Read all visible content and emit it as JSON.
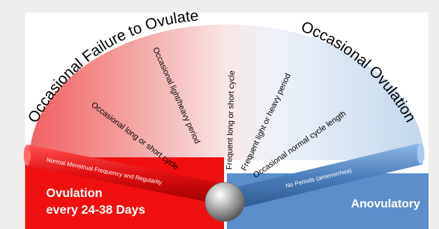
{
  "diagram": {
    "arc_left_label": "Occasional Failure to Ovulate",
    "arc_right_label": "Occasional Ovulation",
    "spokes": [
      "Occasional long or short cycle",
      "Occasional light/heavy period",
      "Frequent  long or short cycle",
      "Frequent  light or heavy period",
      "Occasional normal cycle length"
    ],
    "left_bar_label": "Normal Menstrual Frequency and Regularity",
    "right_bar_label": "No Periods (amenorrhea)",
    "left_box_line1": "Ovulation",
    "left_box_line2": "every 24-38 Days",
    "right_box_text": "Anovulatory",
    "colors": {
      "red": "#f01010",
      "red_light": "#f3a0a0",
      "blue": "#5a8fcb",
      "blue_light": "#dbe8f5",
      "background": "#efefef"
    }
  }
}
